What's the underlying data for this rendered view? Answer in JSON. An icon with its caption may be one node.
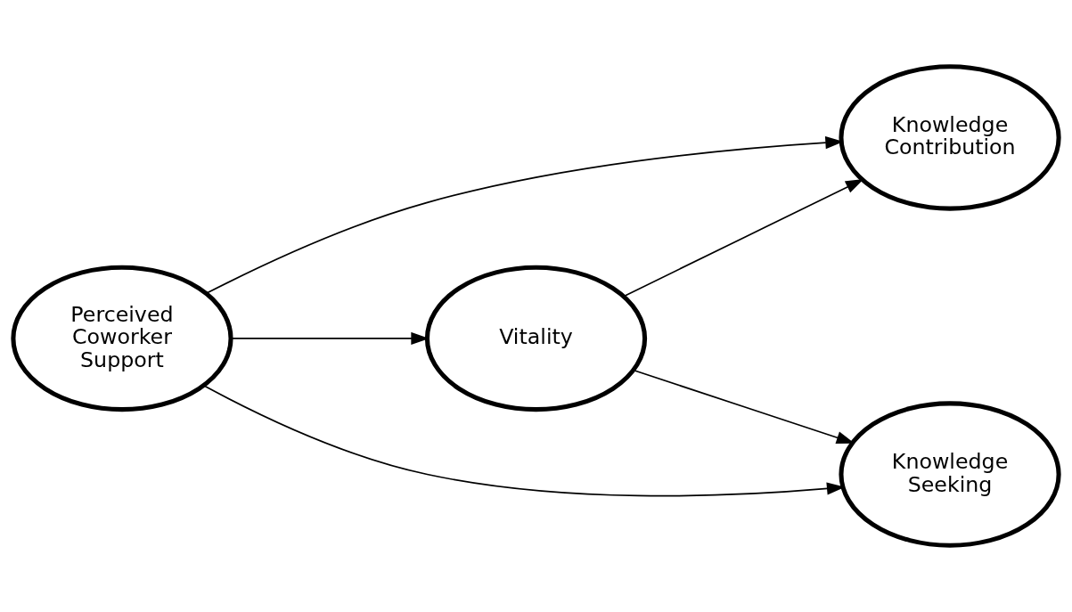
{
  "diagram": {
    "nodes": [
      {
        "text": [
          "Perceived Coworker Support"
        ]
      },
      {
        "text": [
          "Vitality"
        ]
      },
      {
        "text": [
          "Knowledge Contribution"
        ]
      },
      {
        "text": [
          "Knowledge Seeking"
        ]
      }
    ],
    "edges": [
      {
        "from": 0,
        "to": 2,
        "arrow": "to"
      },
      {
        "from": 0,
        "to": 1,
        "arrow": "to"
      },
      {
        "from": 0,
        "to": 3,
        "arrow": "to"
      },
      {
        "from": 1,
        "to": 2,
        "arrow": "to"
      },
      {
        "from": 1,
        "to": 3,
        "arrow": "to"
      }
    ]
  }
}
